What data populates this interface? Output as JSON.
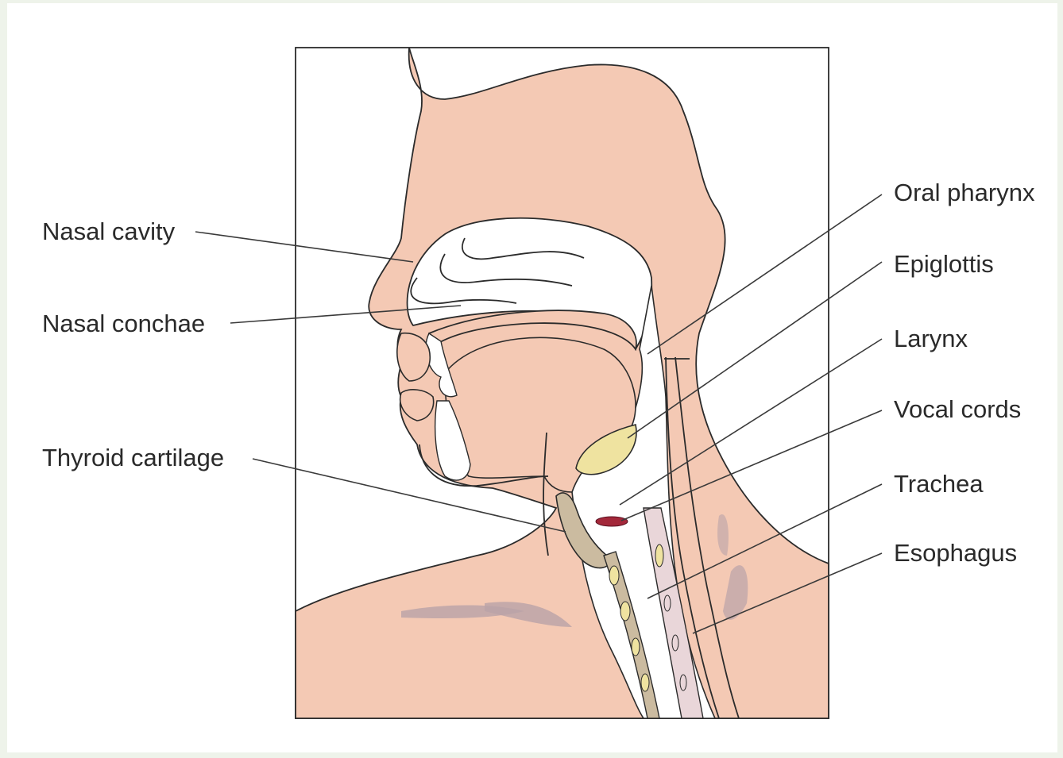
{
  "labels": {
    "nasal_cavity": "Nasal cavity",
    "nasal_conchae": "Nasal conchae",
    "thyroid_cartilage": "Thyroid cartilage",
    "oral_pharynx": "Oral pharynx",
    "epiglottis": "Epiglottis",
    "larynx": "Larynx",
    "vocal_cords": "Vocal cords",
    "trachea": "Trachea",
    "esophagus": "Esophagus"
  },
  "colors": {
    "background": "#eef3ea",
    "panel": "#ffffff",
    "skin": "#f4c9b4",
    "cartilage": "#cbbba0",
    "epiglottis": "#efe3a0",
    "vocal_cords": "#a3283a",
    "muscle_shadow": "#b9a3a8",
    "outline": "#2b2b2b"
  }
}
